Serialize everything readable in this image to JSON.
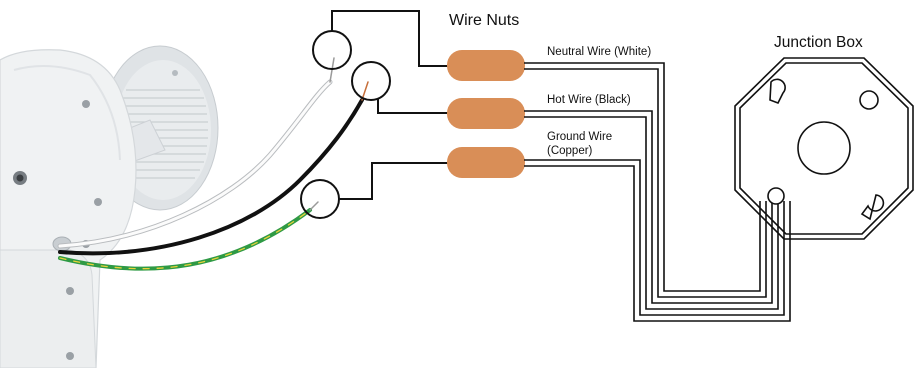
{
  "title": "Wire Nuts",
  "junction_box": {
    "label": "Junction Box"
  },
  "wires": [
    {
      "id": "neutral",
      "label": "Neutral Wire (White)",
      "color": "#f4f4f4"
    },
    {
      "id": "hot",
      "label": "Hot Wire (Black)",
      "color": "#1a1a1a"
    },
    {
      "id": "ground",
      "label_line1": "Ground Wire",
      "label_line2": "(Copper)",
      "color": "#3aa34a"
    }
  ],
  "colors": {
    "wire_nut": "#d98e57",
    "line": "#111111",
    "fixture": "#eceeef",
    "fixture_shadow": "#cfd3d6",
    "ground_stripe": "#e6d23a"
  },
  "icons": [
    "connection-circle-icon",
    "wire-nut-icon",
    "octagon-junction-box-icon",
    "light-fixture-icon"
  ]
}
